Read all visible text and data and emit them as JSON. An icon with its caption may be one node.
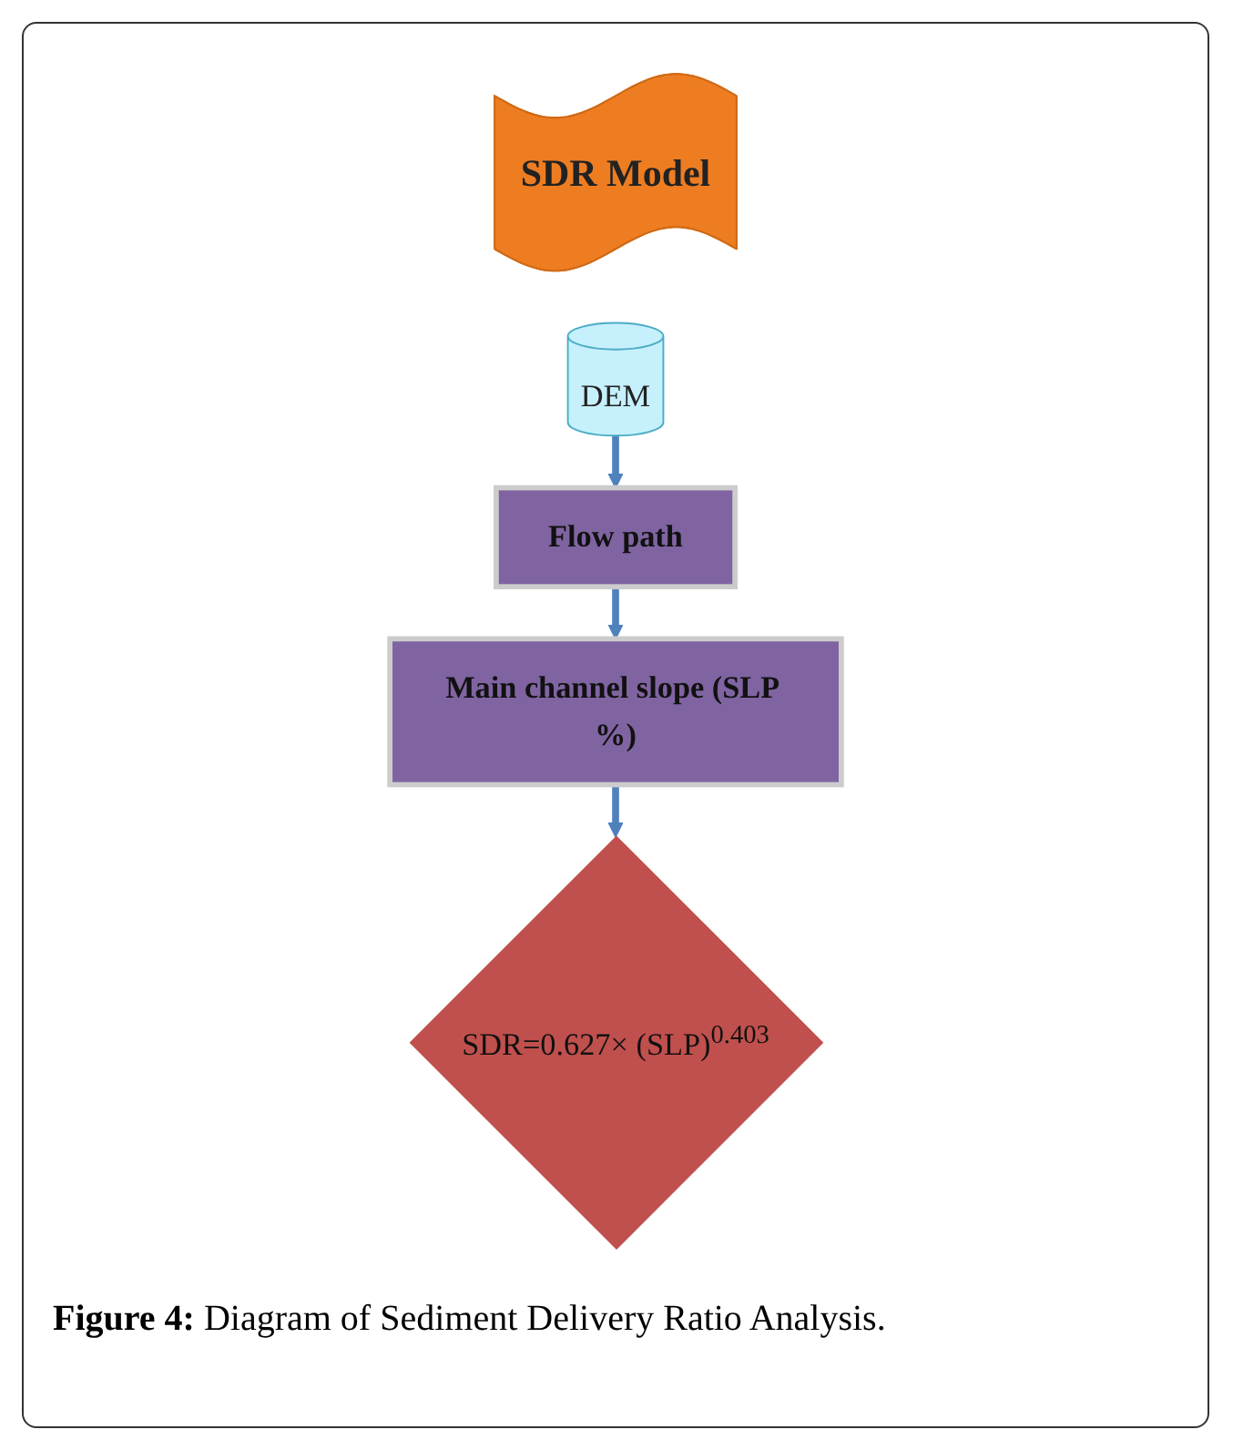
{
  "diagram": {
    "caption": "**Figure 4:** Diagram of Sediment Delivery Ratio Analysis.",
    "nodes": [
      {
        "text": [
          "SDR Model"
        ]
      },
      {
        "text": [
          "DEM"
        ]
      },
      {
        "text": [
          "Flow path"
        ]
      },
      {
        "text": [
          "Main channel slope (SLP %)"
        ]
      },
      {
        "text": [
          "SDR=0.627× (SLP)$^{0.403}$"
        ]
      }
    ],
    "edges": [
      {
        "from": 1,
        "to": 2,
        "arrow": "to"
      },
      {
        "from": 2,
        "to": 3,
        "arrow": "to"
      },
      {
        "from": 3,
        "to": 4,
        "arrow": "to"
      }
    ]
  }
}
